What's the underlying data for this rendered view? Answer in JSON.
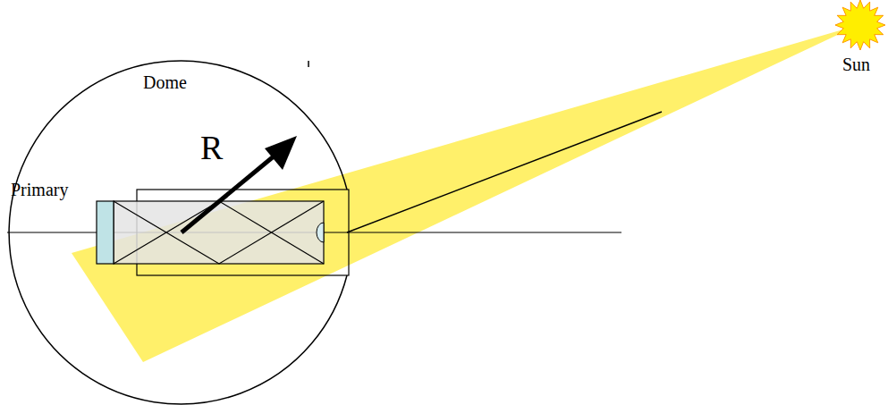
{
  "diagram": {
    "labels": [
      "Dome",
      "Primary",
      "R",
      "Sun"
    ]
  }
}
